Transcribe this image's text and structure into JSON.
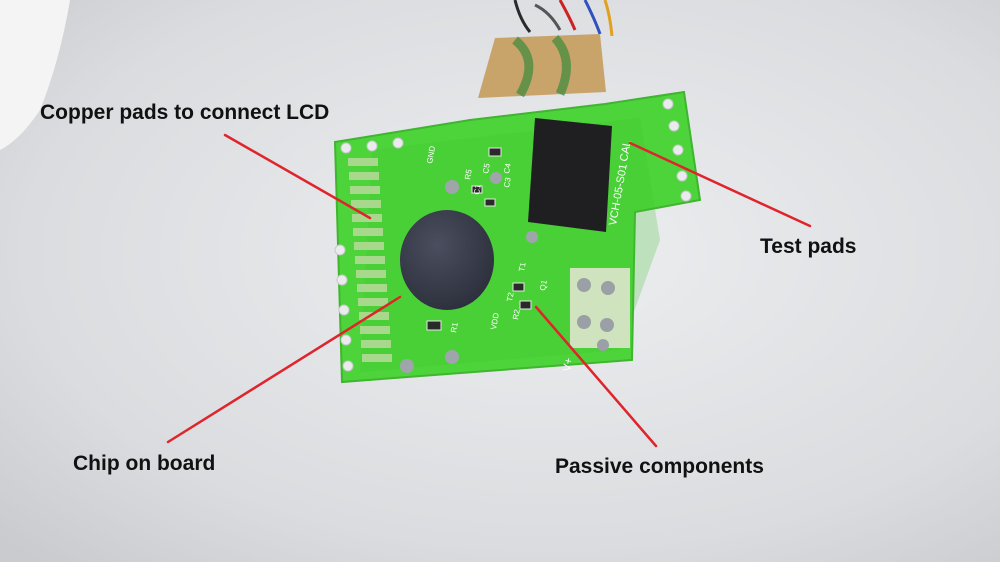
{
  "annotations": {
    "copper_pads": "Copper pads to connect LCD",
    "test_pads": "Test pads",
    "chip_on_board": "Chip on board",
    "passive_components": "Passive components"
  },
  "silkscreen": {
    "model": "VCH-05-S01",
    "cal": "CAL",
    "vplus": "V+",
    "vdd": "VDD",
    "gnd": "GND",
    "r1": "R1",
    "r2": "R2",
    "r5": "R5",
    "c1": "C1",
    "c3": "C3",
    "c4": "C4",
    "c5": "C5",
    "q1": "Q1",
    "t1": "T1",
    "t2": "T2"
  },
  "colors": {
    "pcb": "#4cd43a",
    "annotation_line": "#e0242c",
    "chip_blob": "#3a3d4c"
  }
}
